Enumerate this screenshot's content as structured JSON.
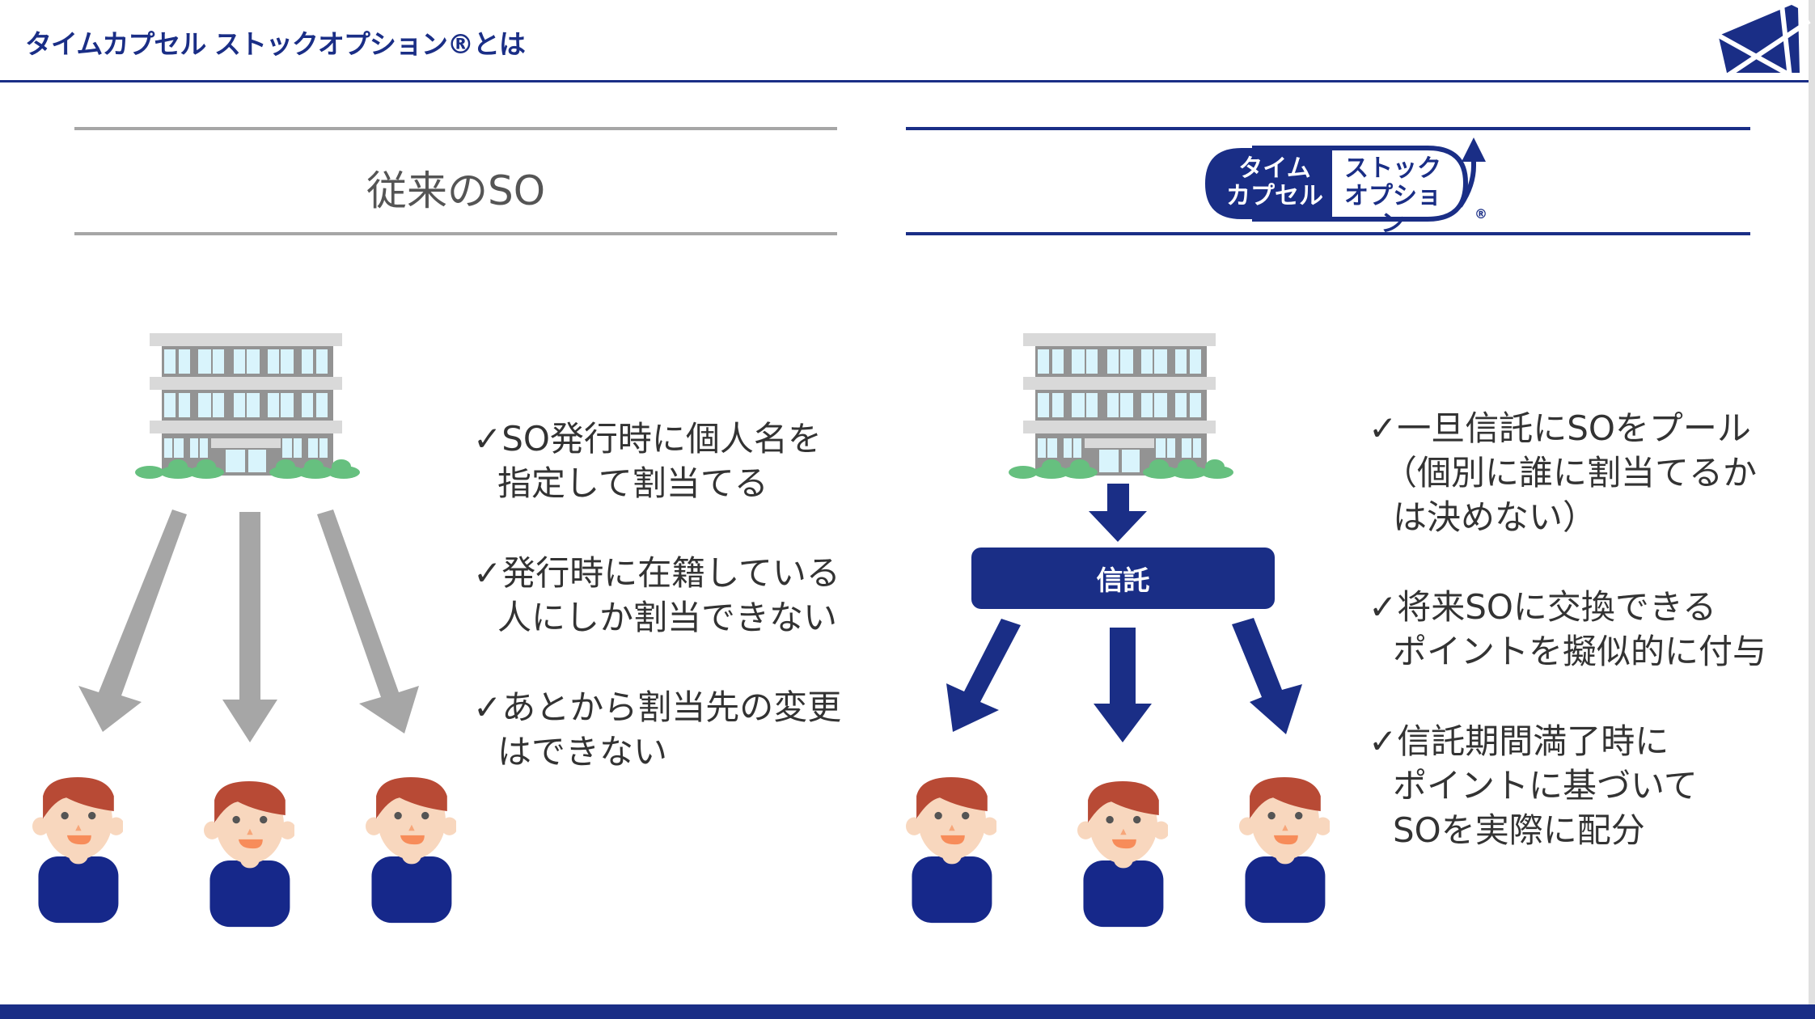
{
  "header": {
    "title": "タイムカプセル ストックオプション®とは"
  },
  "left": {
    "title": "従来のSO",
    "points": [
      {
        "l1": "✓SO発行時に個人名を",
        "l2": "指定して割当てる"
      },
      {
        "l1": "✓発行時に在籍している",
        "l2": "人にしか割当できない"
      },
      {
        "l1": "✓あとから割当先の変更",
        "l2": "はできない"
      }
    ]
  },
  "right": {
    "logo": {
      "left1": "タイム",
      "left2": "カプセル",
      "right1": "ストック",
      "right2": "オプション",
      "mark": "®"
    },
    "trust_label": "信託",
    "points": [
      {
        "l1": "✓一旦信託にSOをプール",
        "l2": "（個別に誰に割当てるか",
        "l3": "は決めない）"
      },
      {
        "l1": "✓将来SOに交換できる",
        "l2": "ポイントを擬似的に付与"
      },
      {
        "l1": "✓信託期間満了時に",
        "l2": "ポイントに基づいて",
        "l3": "SOを実際に配分"
      }
    ]
  },
  "colors": {
    "navy": "#1a2e86",
    "gray_arrow": "#a6a6a6"
  }
}
